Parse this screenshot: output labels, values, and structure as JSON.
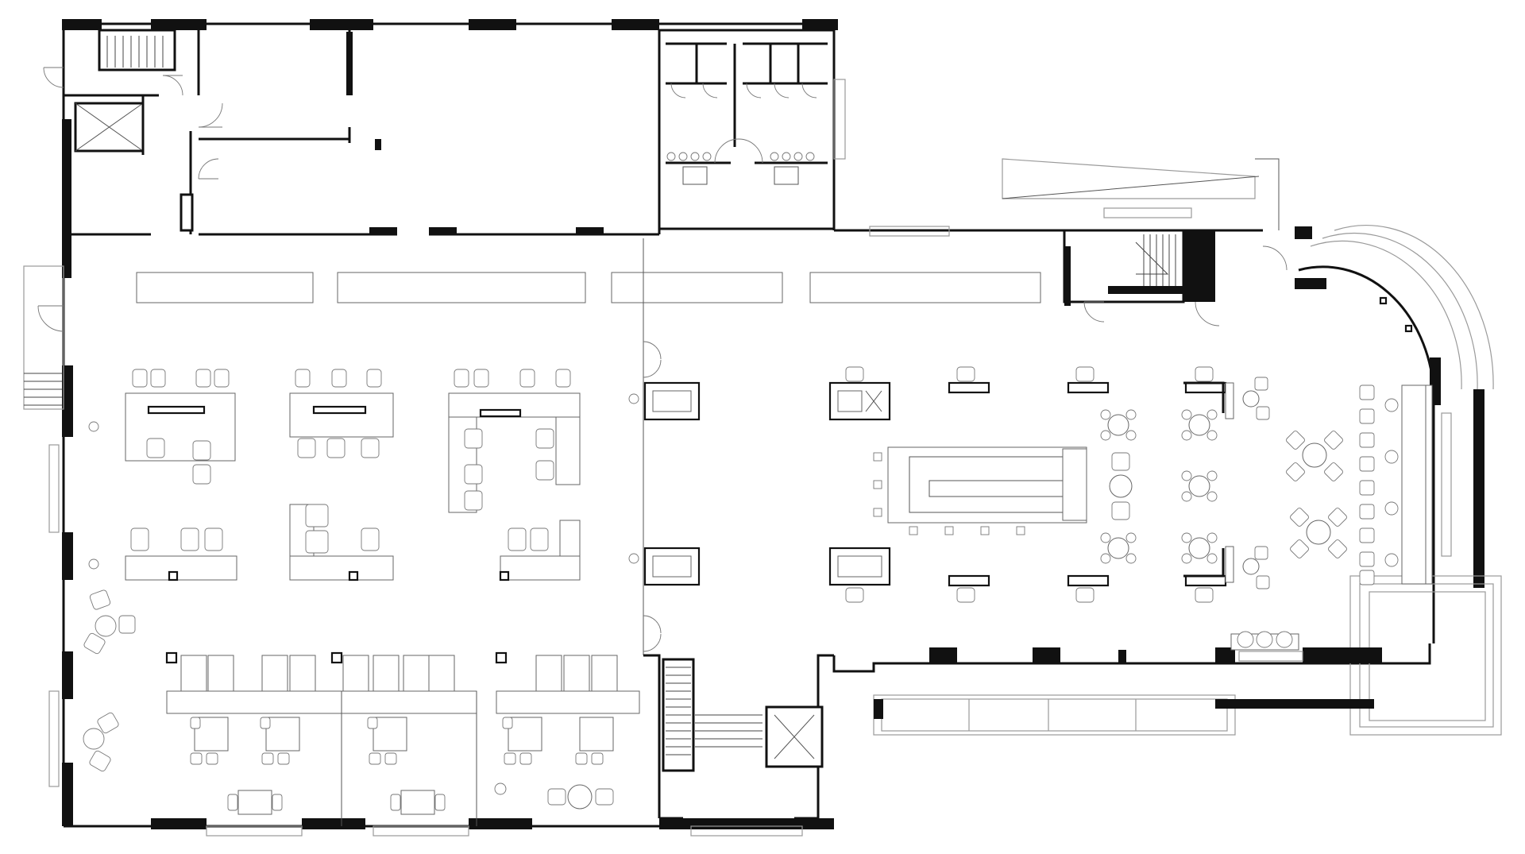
{
  "drawing": {
    "type": "floor-plan",
    "view": "plan",
    "line_color": "#111111",
    "secondary_line_color": "#777777",
    "background": "#ffffff"
  },
  "spaces": [
    {
      "id": "stair-northwest",
      "kind": "stair"
    },
    {
      "id": "elevator-northwest",
      "kind": "elevator"
    },
    {
      "id": "north-rooms",
      "kind": "enclosed-rooms"
    },
    {
      "id": "restrooms",
      "kind": "restroom-block",
      "stalls": 8
    },
    {
      "id": "open-office",
      "kind": "workstations"
    },
    {
      "id": "lounge-cafe",
      "kind": "seating"
    },
    {
      "id": "stair-east",
      "kind": "stair"
    },
    {
      "id": "stair-south",
      "kind": "stair"
    },
    {
      "id": "elevator-south",
      "kind": "elevator"
    },
    {
      "id": "curved-facade",
      "kind": "glazed-curtain-wall"
    }
  ]
}
